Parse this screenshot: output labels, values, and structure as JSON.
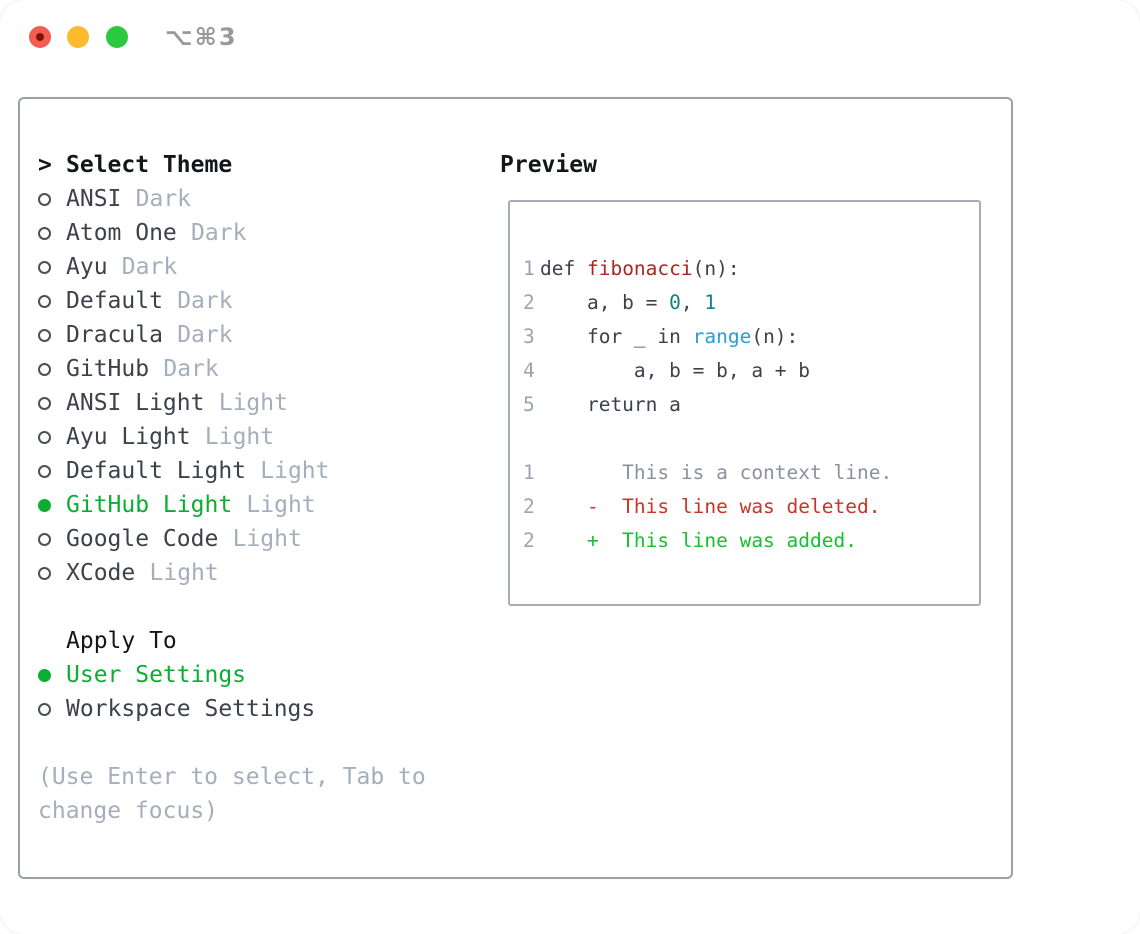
{
  "window": {
    "title": "⌥⌘3",
    "traffic_lights": [
      "close",
      "minimize",
      "zoom"
    ]
  },
  "theme_picker": {
    "prompt": ">",
    "title": "Select Theme",
    "items": [
      {
        "name": "ANSI",
        "tag": "Dark",
        "state": "unselected"
      },
      {
        "name": "Atom One",
        "tag": "Dark",
        "state": "unselected"
      },
      {
        "name": "Ayu",
        "tag": "Dark",
        "state": "unselected"
      },
      {
        "name": "Default",
        "tag": "Dark",
        "state": "unselected"
      },
      {
        "name": "Dracula",
        "tag": "Dark",
        "state": "unselected"
      },
      {
        "name": "GitHub",
        "tag": "Dark",
        "state": "unselected"
      },
      {
        "name": "ANSI Light",
        "tag": "Light",
        "state": "unselected"
      },
      {
        "name": "Ayu Light",
        "tag": "Light",
        "state": "unselected"
      },
      {
        "name": "Default Light",
        "tag": "Light",
        "state": "unselected"
      },
      {
        "name": "GitHub Light",
        "tag": "Light",
        "state": "selected"
      },
      {
        "name": "Google Code",
        "tag": "Light",
        "state": "unselected"
      },
      {
        "name": "XCode",
        "tag": "Light",
        "state": "unselected"
      }
    ],
    "apply_to": {
      "title": "Apply To",
      "options": [
        {
          "name": "User Settings",
          "state": "selected"
        },
        {
          "name": "Workspace Settings",
          "state": "unselected"
        }
      ]
    },
    "help_lines": [
      "(Use Enter to select, Tab to",
      "change focus)"
    ]
  },
  "preview": {
    "title": "Preview",
    "code_lines": [
      {
        "num": "1",
        "segments": [
          {
            "text": "def ",
            "color": "code"
          },
          {
            "text": "fibonacci",
            "color": "function"
          },
          {
            "text": "(n):",
            "color": "code"
          }
        ]
      },
      {
        "num": "2",
        "segments": [
          {
            "text": "    a, b = ",
            "color": "code"
          },
          {
            "text": "0",
            "color": "number"
          },
          {
            "text": ", ",
            "color": "code"
          },
          {
            "text": "1",
            "color": "number"
          }
        ]
      },
      {
        "num": "3",
        "segments": [
          {
            "text": "    for _ in ",
            "color": "code"
          },
          {
            "text": "range",
            "color": "builtin"
          },
          {
            "text": "(n):",
            "color": "code"
          }
        ]
      },
      {
        "num": "4",
        "segments": [
          {
            "text": "        a, b = b, a + b",
            "color": "code"
          }
        ]
      },
      {
        "num": "5",
        "segments": [
          {
            "text": "    return a",
            "color": "code"
          }
        ]
      },
      {
        "num": "",
        "segments": []
      },
      {
        "num": "1",
        "segments": [
          {
            "text": "       This is a context line.",
            "color": "context"
          }
        ]
      },
      {
        "num": "2",
        "segments": [
          {
            "text": "    -  This line was deleted.",
            "color": "deleted"
          }
        ]
      },
      {
        "num": "2",
        "segments": [
          {
            "text": "    +  This line was added.",
            "color": "added"
          }
        ]
      }
    ]
  },
  "colors": {
    "ink": "#14171a",
    "name": "#3c424b",
    "tag": "#a5aebb",
    "green": "#0cad33",
    "help": "#a5aebb",
    "titlegray": "#98989d",
    "panelborder": "#98a0ab",
    "boxborder": "#a6adb8",
    "linenum": "#9ba5b2",
    "code": "#3c424b",
    "func": "#b0241d",
    "numteal": "#11808c",
    "builtin": "#2b9bd3",
    "del": "#c93526",
    "add": "#16c02e",
    "ctx": "#8a929c",
    "tred": "#f35c51",
    "treddot": "#7c150d",
    "tyellow": "#fcbb2e",
    "tgreen": "#2bc840"
  }
}
